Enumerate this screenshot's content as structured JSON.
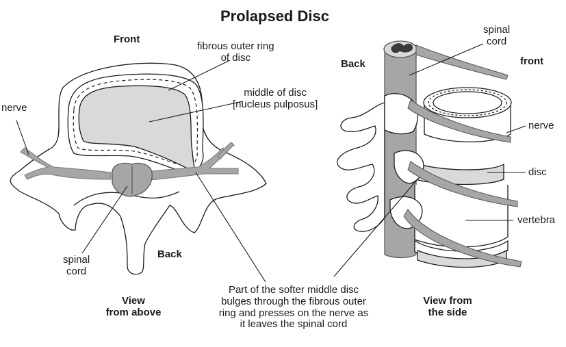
{
  "title": "Prolapsed Disc",
  "top_view": {
    "front": "Front",
    "back": "Back",
    "nerve": "nerve",
    "outer_ring": "fibrous outer ring\nof disc",
    "middle": "middle of disc\n[nucleus pulposus]",
    "spinal_cord": "spinal\ncord",
    "caption": "View\nfrom above"
  },
  "side_view": {
    "spinal_cord": "spinal\ncord",
    "back": "Back",
    "front": "front",
    "nerve": "nerve",
    "disc": "disc",
    "vertebra": "vertebra",
    "caption": "View from\nthe side"
  },
  "explanation": "Part of the softer middle disc\nbulges through the fibrous outer\nring and presses on the nerve as\nit leaves the spinal cord",
  "colors": {
    "line": "#1a1a1a",
    "nerve": "#9a9a9a",
    "nucleus": "#d9d9d9",
    "bone": "#ffffff",
    "cord": "#a6a6a6"
  }
}
